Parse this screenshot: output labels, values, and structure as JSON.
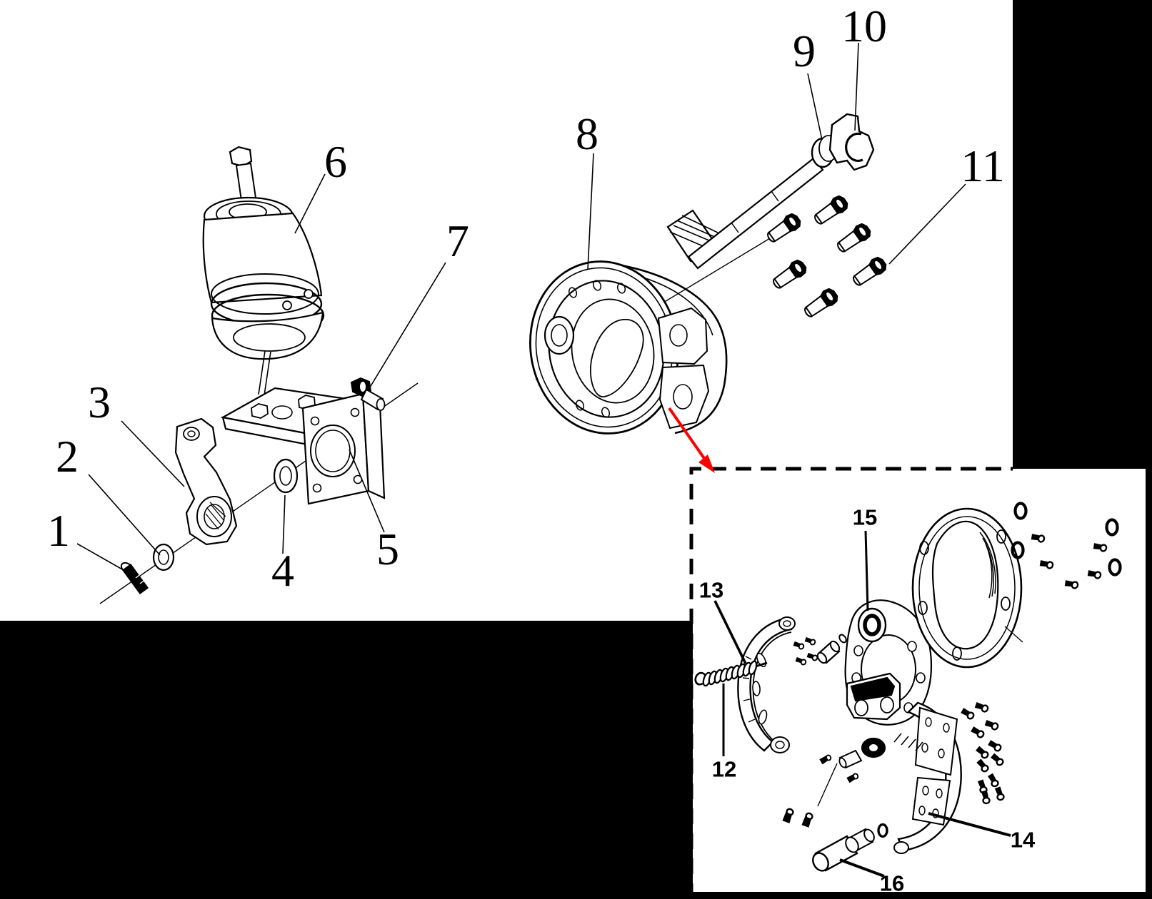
{
  "figure": {
    "kind": "exploded-parts-diagram",
    "views": {
      "main": "brake chamber, slack adjuster, bracket, camshaft and drum assembly",
      "inset": "brake shoe detail view"
    }
  },
  "colors": {
    "line": "#000000",
    "background": "#ffffff",
    "mask": "#000000",
    "arrow": "#ff0000"
  },
  "callouts": {
    "n1": "1",
    "n2": "2",
    "n3": "3",
    "n4": "4",
    "n5": "5",
    "n6": "6",
    "n7": "7",
    "n8": "8",
    "n9": "9",
    "n10": "10",
    "n11": "11",
    "n12": "12",
    "n13": "13",
    "n14": "14",
    "n15": "15",
    "n16": "16"
  }
}
